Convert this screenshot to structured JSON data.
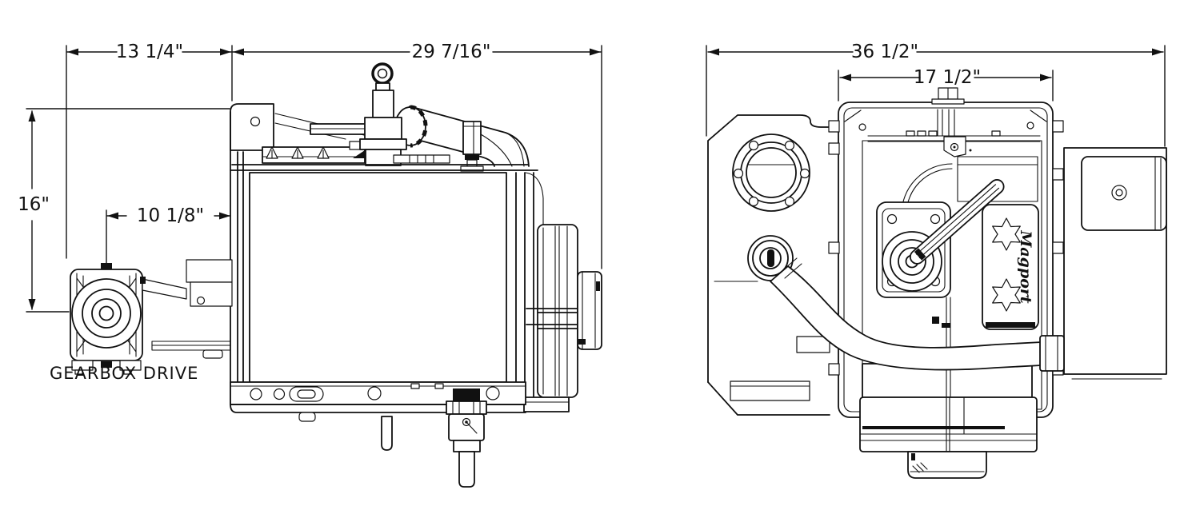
{
  "drawing": {
    "views": {
      "side": {
        "label": "GEARBOX DRIVE",
        "dims": {
          "gearbox_to_tank": "13 1/4\"",
          "tank_width": "29 7/16\"",
          "height_to_shaft": "16\"",
          "shaft_to_tank": "10 1/8\""
        }
      },
      "end": {
        "brand": "Magport",
        "dims": {
          "overall_width": "36 1/2\"",
          "frame_width": "17 1/2\""
        }
      }
    },
    "colors": {
      "line": "#111111",
      "background": "#ffffff"
    }
  }
}
